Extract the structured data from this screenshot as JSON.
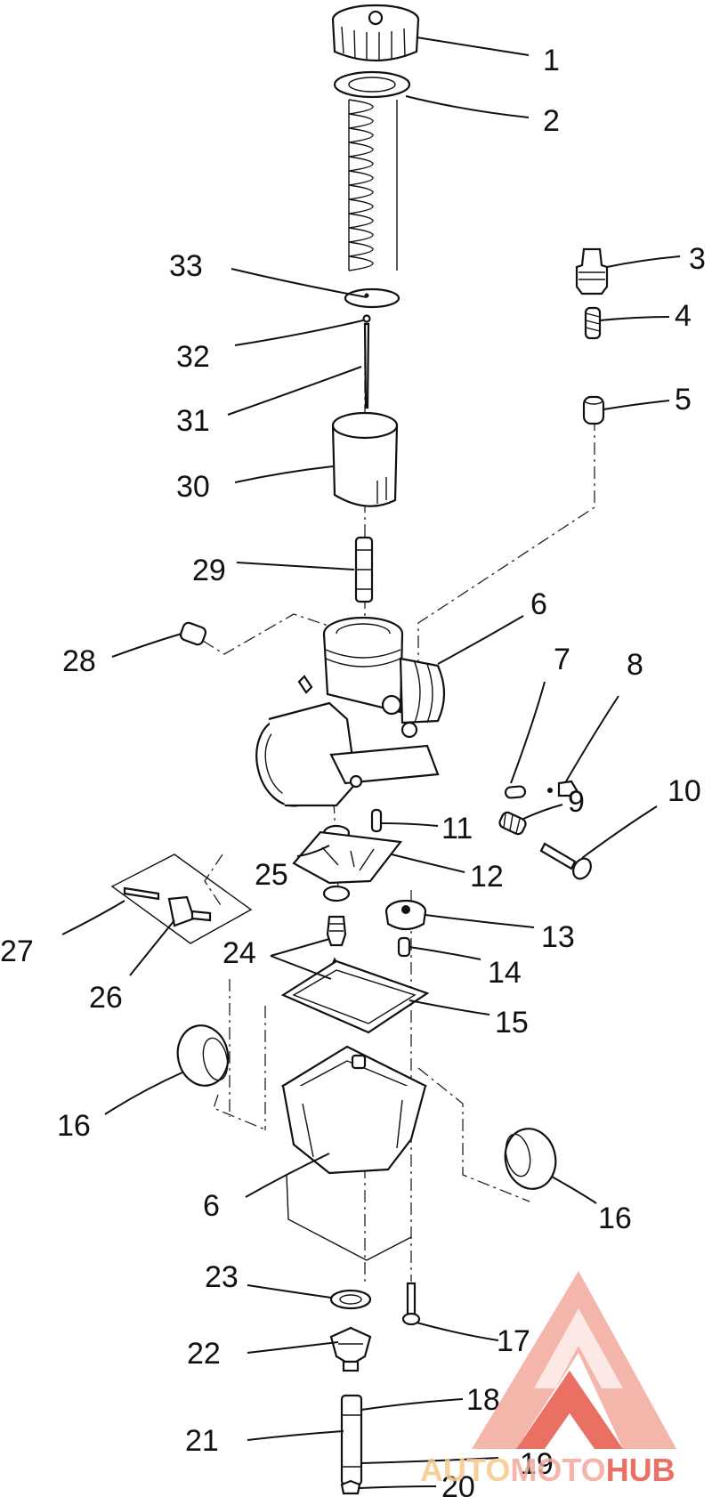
{
  "callouts": [
    {
      "id": "c1",
      "text": "1"
    },
    {
      "id": "c2",
      "text": "2"
    },
    {
      "id": "c3",
      "text": "3"
    },
    {
      "id": "c4",
      "text": "4"
    },
    {
      "id": "c5",
      "text": "5"
    },
    {
      "id": "c6a",
      "text": "6"
    },
    {
      "id": "c7",
      "text": "7"
    },
    {
      "id": "c8",
      "text": "8"
    },
    {
      "id": "c9",
      "text": "9"
    },
    {
      "id": "c10",
      "text": "10"
    },
    {
      "id": "c11",
      "text": "11"
    },
    {
      "id": "c12",
      "text": "12"
    },
    {
      "id": "c13",
      "text": "13"
    },
    {
      "id": "c14",
      "text": "14"
    },
    {
      "id": "c15",
      "text": "15"
    },
    {
      "id": "c16a",
      "text": "16"
    },
    {
      "id": "c16b",
      "text": "16"
    },
    {
      "id": "c6b",
      "text": "6"
    },
    {
      "id": "c17",
      "text": "17"
    },
    {
      "id": "c18",
      "text": "18"
    },
    {
      "id": "c19",
      "text": "19"
    },
    {
      "id": "c20",
      "text": "20"
    },
    {
      "id": "c21",
      "text": "21"
    },
    {
      "id": "c22",
      "text": "22"
    },
    {
      "id": "c23",
      "text": "23"
    },
    {
      "id": "c24",
      "text": "24"
    },
    {
      "id": "c25",
      "text": "25"
    },
    {
      "id": "c26",
      "text": "26"
    },
    {
      "id": "c27",
      "text": "27"
    },
    {
      "id": "c28",
      "text": "28"
    },
    {
      "id": "c29",
      "text": "29"
    },
    {
      "id": "c30",
      "text": "30"
    },
    {
      "id": "c31",
      "text": "31"
    },
    {
      "id": "c32",
      "text": "32"
    },
    {
      "id": "c33",
      "text": "33"
    }
  ],
  "watermark": {
    "text_parts": [
      "AUTO",
      "MOTO",
      "HUB"
    ],
    "colors": {
      "primary": "#f3a99c",
      "secondary": "#f6c98a",
      "accent": "#e8584a"
    }
  }
}
